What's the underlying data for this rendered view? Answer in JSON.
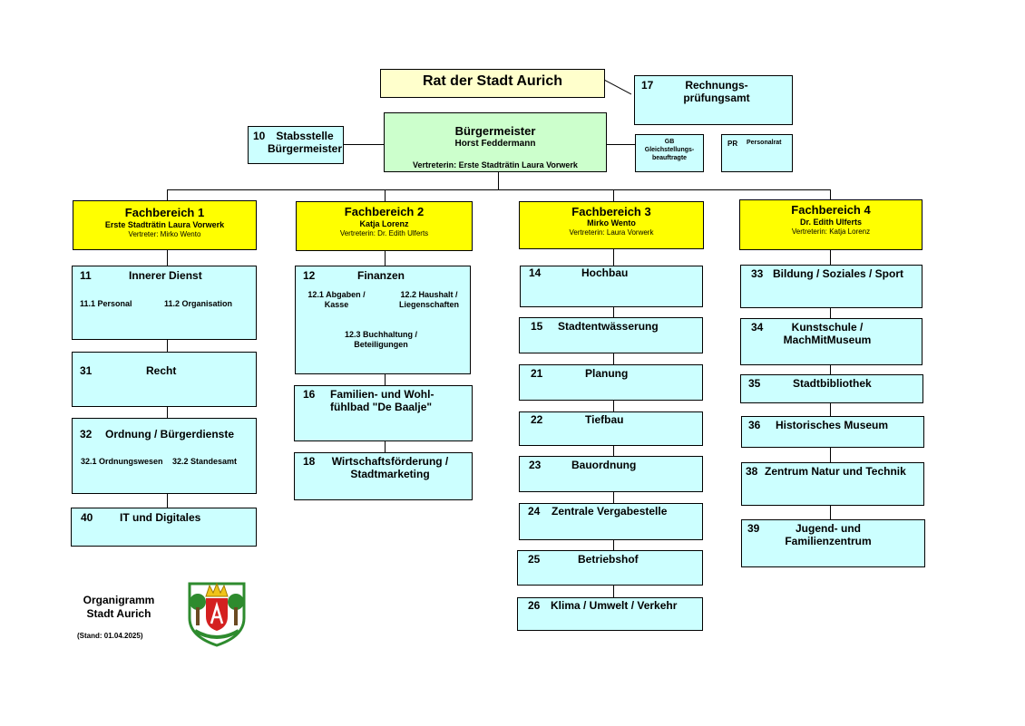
{
  "council": {
    "title": "Rat der Stadt Aurich"
  },
  "audit": {
    "number": "17",
    "name_line1": "Rechnungs-",
    "name_line2": "prüfungsamt"
  },
  "staff": {
    "number": "10",
    "name_line1": "Stabsstelle",
    "name_line2": "Bürgermeister"
  },
  "mayor": {
    "title": "Bürgermeister",
    "name": "Horst Feddermann",
    "deputy": "Vertreterin: Erste Stadträtin Laura Vorwerk"
  },
  "gb": {
    "abbr": "GB",
    "line1": "Gleichstellungs-",
    "line2": "beauftragte"
  },
  "pr": {
    "abbr": "PR",
    "name": "Personalrat"
  },
  "fb1": {
    "title": "Fachbereich 1",
    "head": "Erste Stadträtin Laura Vorwerk",
    "deputy": "Vertreter: Mirko Wento"
  },
  "fb2": {
    "title": "Fachbereich 2",
    "head": "Katja Lorenz",
    "deputy": "Vertreterin: Dr. Edith Ulferts"
  },
  "fb3": {
    "title": "Fachbereich 3",
    "head": "Mirko Wento",
    "deputy": "Vertreterin: Laura Vorwerk"
  },
  "fb4": {
    "title": "Fachbereich 4",
    "head": "Dr. Edith Ulferts",
    "deputy": "Vertreterin: Katja Lorenz"
  },
  "u11": {
    "number": "11",
    "name": "Innerer Dienst",
    "sub1": "11.1 Personal",
    "sub2": "11.2 Organisation"
  },
  "u31": {
    "number": "31",
    "name": "Recht"
  },
  "u32": {
    "number": "32",
    "name": "Ordnung / Bürgerdienste",
    "sub1": "32.1 Ordnungswesen",
    "sub2": "32.2  Standesamt"
  },
  "u40": {
    "number": "40",
    "name": "IT und Digitales"
  },
  "u12": {
    "number": "12",
    "name": "Finanzen",
    "sub1a": "12.1 Abgaben /",
    "sub1b": "Kasse",
    "sub2a": "12.2 Haushalt /",
    "sub2b": "Liegenschaften",
    "sub3a": "12.3 Buchhaltung /",
    "sub3b": "Beteiligungen"
  },
  "u16": {
    "number": "16",
    "name_line1": "Familien- und Wohl-",
    "name_line2": "fühlbad \"De Baalje\""
  },
  "u18": {
    "number": "18",
    "name_line1": "Wirtschaftsförderung /",
    "name_line2": "Stadtmarketing"
  },
  "u14": {
    "number": "14",
    "name": "Hochbau"
  },
  "u15": {
    "number": "15",
    "name": "Stadtentwässerung"
  },
  "u21": {
    "number": "21",
    "name": "Planung"
  },
  "u22": {
    "number": "22",
    "name": "Tiefbau"
  },
  "u23": {
    "number": "23",
    "name": "Bauordnung"
  },
  "u24": {
    "number": "24",
    "name": "Zentrale Vergabestelle"
  },
  "u25": {
    "number": "25",
    "name": "Betriebshof"
  },
  "u26": {
    "number": "26",
    "name": "Klima / Umwelt / Verkehr"
  },
  "u33": {
    "number": "33",
    "name": "Bildung / Soziales / Sport"
  },
  "u34": {
    "number": "34",
    "name_line1": "Kunstschule /",
    "name_line2": "MachMitMuseum"
  },
  "u35": {
    "number": "35",
    "name": "Stadtbibliothek"
  },
  "u36": {
    "number": "36",
    "name": "Historisches Museum"
  },
  "u38": {
    "number": "38",
    "name": "Zentrum Natur und Technik"
  },
  "u39": {
    "number": "39",
    "name_line1": "Jugend- und",
    "name_line2": "Familienzentrum"
  },
  "footer": {
    "title_line1": "Organigramm",
    "title_line2": "Stadt Aurich",
    "status": "(Stand: 01.04.2025)"
  },
  "colors": {
    "cyan": "#ccffff",
    "yellow": "#ffff00",
    "pale_yellow": "#ffffcc",
    "light_green": "#ccffcc",
    "crest_green": "#2e8b2e",
    "crest_red": "#d42020",
    "crest_gold": "#f0c419"
  }
}
